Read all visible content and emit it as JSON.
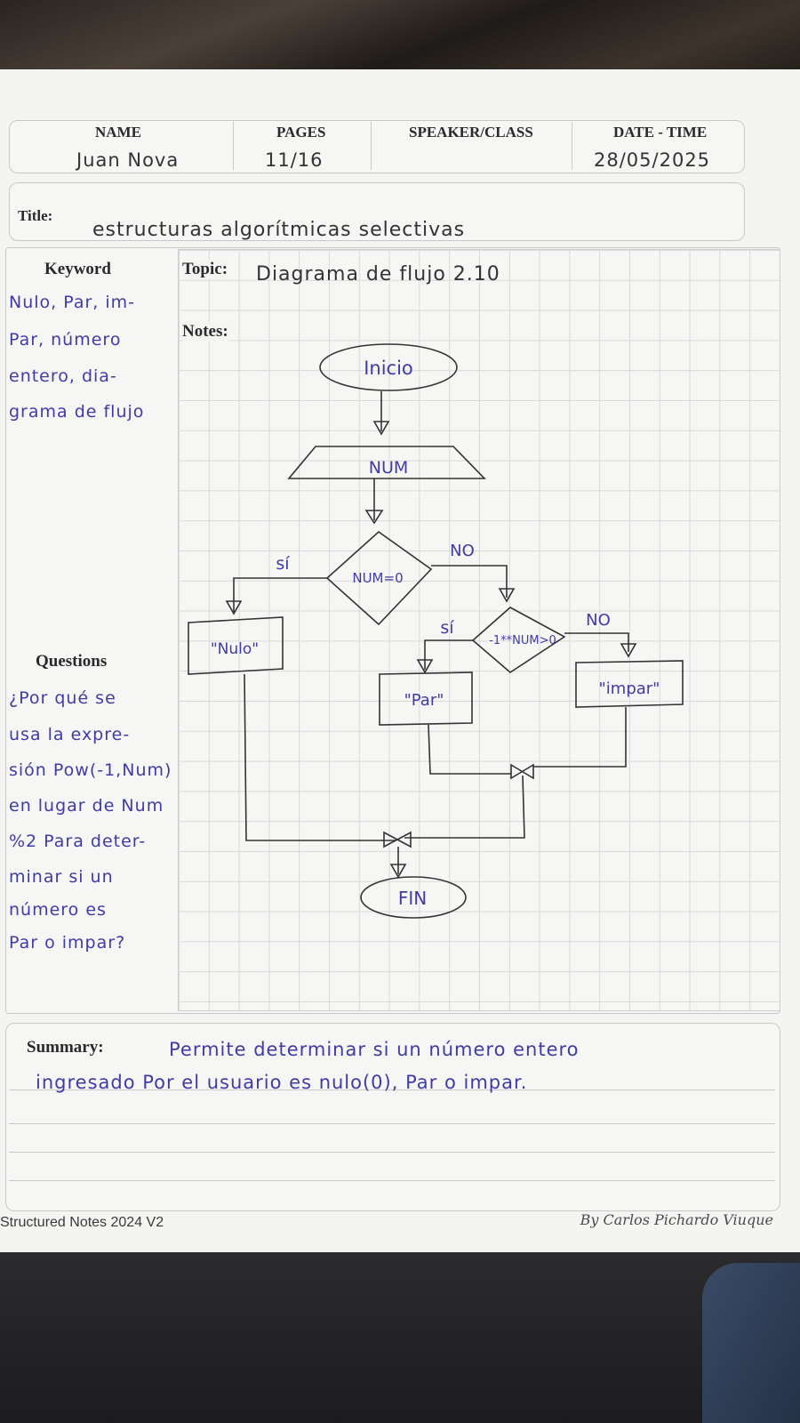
{
  "header": {
    "labels": {
      "name": "NAME",
      "pages": "PAGES",
      "speaker": "SPEAKER/CLASS",
      "date": "DATE - TIME"
    },
    "values": {
      "name": "Juan Nova",
      "pages": "11/16",
      "speaker": "",
      "date": "28/05/2025"
    }
  },
  "title": {
    "label": "Title:",
    "value": "estructuras algorítmicas selectivas"
  },
  "keyword": {
    "label": "Keyword",
    "lines": [
      "Nulo, Par, im-",
      "Par, número",
      "entero, dia-",
      "grama de flujo"
    ]
  },
  "topic": {
    "label": "Topic:",
    "value": "Diagrama de flujo 2.10"
  },
  "notes": {
    "label": "Notes:"
  },
  "flowchart": {
    "start": "Inicio",
    "input": "NUM",
    "decision1": "NUM=0",
    "decision1_yes": "sí",
    "decision1_no": "NO",
    "out_null": "\"Nulo\"",
    "decision2": "-1**NUM>0",
    "decision2_yes": "sí",
    "decision2_no": "NO",
    "out_par": "\"Par\"",
    "out_impar": "\"impar\"",
    "end": "FIN"
  },
  "questions": {
    "label": "Questions",
    "lines": [
      "¿Por qué se",
      "usa la expre-",
      "sión Pow(-1,Num)",
      "en lugar de Num",
      "%2 Para deter-",
      "minar si un",
      "número es",
      "Par o impar?"
    ]
  },
  "summary": {
    "label": "Summary:",
    "lines": [
      "Permite determinar si un número entero",
      "ingresado Por el usuario es nulo(0), Par o impar."
    ]
  },
  "footer": {
    "left": "Structured Notes 2024 V2",
    "right": "By Carlos Pichardo Viuque"
  },
  "colors": {
    "ink_blue": "#3f3ba8",
    "ink_dark": "#333333",
    "paper": "#f4f4f2"
  }
}
